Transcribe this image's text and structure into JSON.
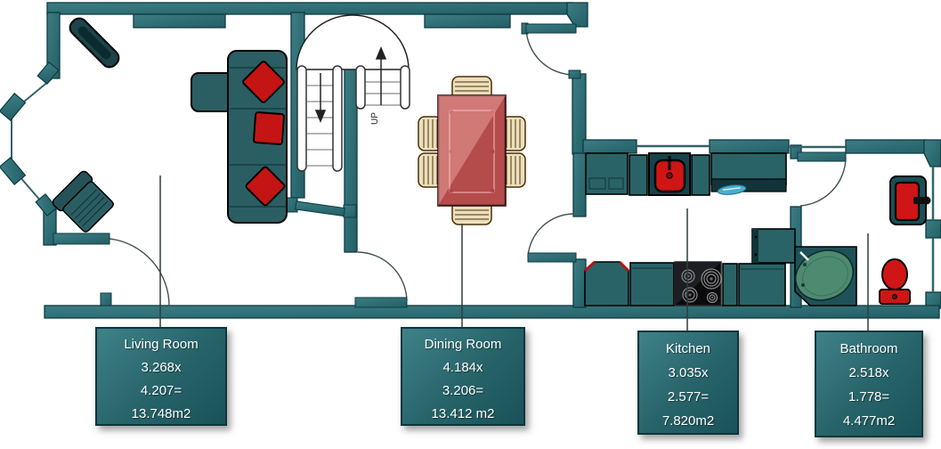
{
  "stairs": {
    "up_label": "UP"
  },
  "rooms": [
    {
      "name": "Living Room",
      "dim1": "3.268x",
      "dim2": "4.207=",
      "area": "13.748m2"
    },
    {
      "name": "Dining Room",
      "dim1": "4.184x",
      "dim2": "3.206=",
      "area": "13.412 m2"
    },
    {
      "name": "Kitchen",
      "dim1": "3.035x",
      "dim2": "2.577=",
      "area": "7.820m2"
    },
    {
      "name": "Bathroom",
      "dim1": "2.518x",
      "dim2": "1.778=",
      "area": "4.477m2"
    }
  ],
  "colors": {
    "wall": "#2e6e74",
    "accent_red": "#cf1515",
    "tub_green": "#4e8a70",
    "label_background": "#226066"
  }
}
